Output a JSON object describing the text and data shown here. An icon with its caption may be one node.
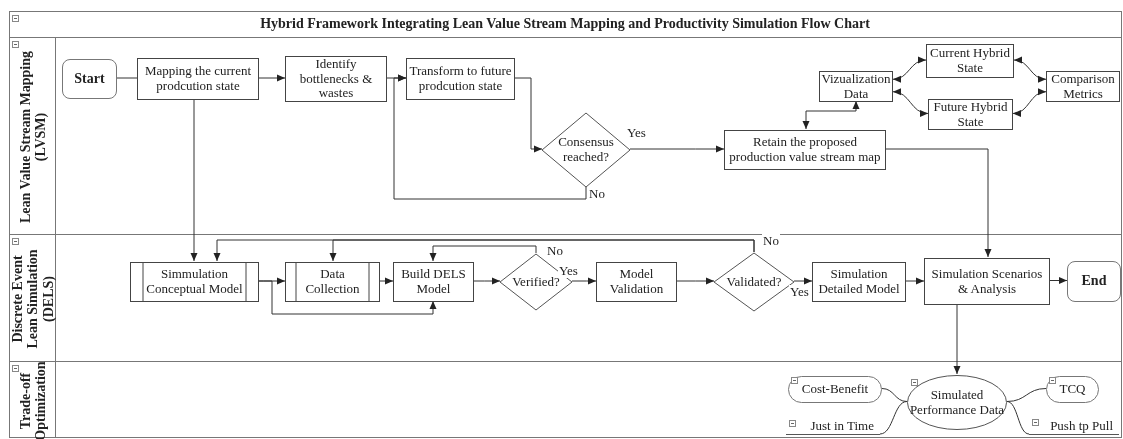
{
  "diagram": {
    "title": "Hybrid Framework Integrating Lean Value Stream Mapping and Productivity Simulation Flow Chart",
    "nodes": [
      {
        "text": [
          "Lean Value Stream Mapping (LVSM)"
        ]
      },
      {
        "text": [
          "Discrete Event Lean Simulation (DELS)"
        ]
      },
      {
        "text": [
          "Trade-off Optimization"
        ]
      },
      {
        "text": [
          "Start"
        ],
        "in": 0
      },
      {
        "text": [
          "Mapping the current prodcution state"
        ],
        "in": 0
      },
      {
        "text": [
          "Identify bottlenecks & wastes"
        ],
        "in": 0
      },
      {
        "text": [
          "Transform to future prodcution state"
        ],
        "in": 0
      },
      {
        "text": [
          "Consensus reached?"
        ],
        "in": 0
      },
      {
        "text": [
          "Retain the proposed production value stream map"
        ],
        "in": 0
      },
      {
        "text": [
          "Vizualization Data"
        ],
        "in": 0
      },
      {
        "text": [
          "Current Hybrid State"
        ],
        "in": 0
      },
      {
        "text": [
          "Future Hybrid State"
        ],
        "in": 0
      },
      {
        "text": [
          "Comparison Metrics"
        ],
        "in": 0
      },
      {
        "text": [
          "Simmulation Conceptual Model"
        ],
        "in": 1
      },
      {
        "text": [
          "Data Collection"
        ],
        "in": 1
      },
      {
        "text": [
          "Build DELS Model"
        ],
        "in": 1
      },
      {
        "text": [
          "Verified?"
        ],
        "in": 1
      },
      {
        "text": [
          "Model Validation"
        ],
        "in": 1
      },
      {
        "text": [
          "Validated?"
        ],
        "in": 1
      },
      {
        "text": [
          "Simulation Detailed Model"
        ],
        "in": 1
      },
      {
        "text": [
          "Simulation Scenarios & Analysis"
        ],
        "in": 1
      },
      {
        "text": [
          "End"
        ],
        "in": 1
      },
      {
        "text": [
          "Simulated Performance Data"
        ],
        "in": 2
      },
      {
        "text": [
          "Cost-Benefit"
        ],
        "in": 2
      },
      {
        "text": [
          "Just in Time"
        ],
        "in": 2
      },
      {
        "text": [
          "TCQ"
        ],
        "in": 2
      },
      {
        "text": [
          "Push tp Pull"
        ],
        "in": 2
      }
    ],
    "edges": [
      {
        "from": 3,
        "to": 4,
        "arrow": "to"
      },
      {
        "from": 4,
        "to": 5,
        "arrow": "to"
      },
      {
        "from": 5,
        "to": 6,
        "arrow": "to"
      },
      {
        "from": 6,
        "to": 7,
        "arrow": "to"
      },
      {
        "from": 7,
        "to": 8,
        "arrow": "to",
        "label": "Yes"
      },
      {
        "from": 7,
        "to": 6,
        "arrow": "to",
        "label": "No"
      },
      {
        "from": 8,
        "to": 9,
        "arrow": "both"
      },
      {
        "from": 9,
        "to": 10,
        "arrow": "both"
      },
      {
        "from": 9,
        "to": 11,
        "arrow": "both"
      },
      {
        "from": 10,
        "to": 12,
        "arrow": "both"
      },
      {
        "from": 11,
        "to": 12,
        "arrow": "both"
      },
      {
        "from": 4,
        "to": 13,
        "arrow": "to"
      },
      {
        "from": 13,
        "to": 14,
        "arrow": "to"
      },
      {
        "from": 13,
        "to": 15,
        "arrow": "to"
      },
      {
        "from": 14,
        "to": 15,
        "arrow": "to"
      },
      {
        "from": 15,
        "to": 16,
        "arrow": "to"
      },
      {
        "from": 16,
        "to": 15,
        "arrow": "to",
        "label": "No"
      },
      {
        "from": 16,
        "to": 17,
        "arrow": "to",
        "label": "Yes"
      },
      {
        "from": 17,
        "to": 18,
        "arrow": "to"
      },
      {
        "from": 18,
        "to": 19,
        "arrow": "to",
        "label": "Yes"
      },
      {
        "from": 18,
        "to": 13,
        "arrow": "to",
        "label": "No"
      },
      {
        "from": 18,
        "to": 14,
        "arrow": "to"
      },
      {
        "from": 19,
        "to": 20,
        "arrow": "to"
      },
      {
        "from": 20,
        "to": 21,
        "arrow": "to"
      },
      {
        "from": 8,
        "to": 20,
        "arrow": "to"
      },
      {
        "from": 20,
        "to": 22,
        "arrow": "to"
      },
      {
        "from": 22,
        "to": 23,
        "arrow": "none"
      },
      {
        "from": 22,
        "to": 24,
        "arrow": "none"
      },
      {
        "from": 22,
        "to": 25,
        "arrow": "none"
      },
      {
        "from": 22,
        "to": 26,
        "arrow": "none"
      }
    ]
  }
}
